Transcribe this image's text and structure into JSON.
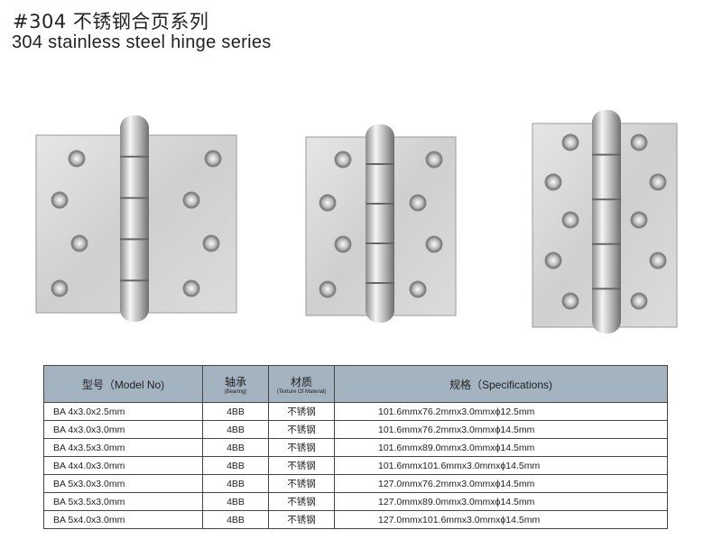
{
  "header": {
    "title_cn": "#304 不锈钢合页系列",
    "title_en": "304 stainless steel hinge series"
  },
  "table": {
    "headers": [
      {
        "main": "型号（Model No)",
        "sub": ""
      },
      {
        "main": "轴承",
        "sub": "(Bearing)"
      },
      {
        "main": "材质",
        "sub": "(Texture Of Material)"
      },
      {
        "main": "规格（Specifications)",
        "sub": ""
      }
    ],
    "rows": [
      [
        "BA  4x3.0x2.5mm",
        "4BB",
        "不锈钢",
        "101.6mmx76.2mmx3.0mmxϕ12.5mm"
      ],
      [
        "BA  4x3.0x3.0mm",
        "4BB",
        "不锈钢",
        "101.6mmx76.2mmx3.0mmxϕ14.5mm"
      ],
      [
        "BA  4x3.5x3.0mm",
        "4BB",
        "不锈钢",
        "101.6mmx89.0mmx3.0mmxϕ14.5mm"
      ],
      [
        "BA  4x4.0x3.0mm",
        "4BB",
        "不锈钢",
        "101.6mmx101.6mmx3.0mmxϕ14.5mm"
      ],
      [
        "BA  5x3.0x3.0mm",
        "4BB",
        "不锈钢",
        "127.0mmx76.2mmx3.0mmxϕ14.5mm"
      ],
      [
        "BA  5x3.5x3.0mm",
        "4BB",
        "不锈钢",
        "127.0mmx89.0mmx3.0mmxϕ14.5mm"
      ],
      [
        "BA  5x4.0x3.0mm",
        "4BB",
        "不锈钢",
        "127.0mmx101.6mmx3.0mmxϕ14.5mm"
      ]
    ]
  }
}
